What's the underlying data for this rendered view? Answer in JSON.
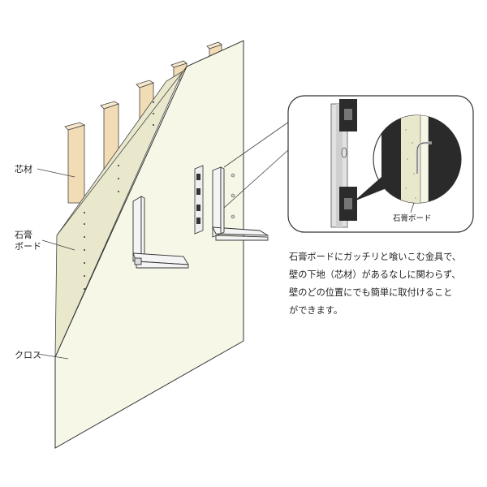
{
  "labels": {
    "core_material": "芯材",
    "gypsum_board_line1": "石膏",
    "gypsum_board_line2": "ボード",
    "cloth": "クロス"
  },
  "detail": {
    "caption": "石膏ボード"
  },
  "description": {
    "lines": [
      "石膏ボードにガッチリと喰いこむ金具で、",
      "壁の下地（芯材）があるなしに関わらず、",
      "壁のどの位置にでも簡単に取付けること",
      "ができます。"
    ]
  },
  "colors": {
    "stud_wood": "#f2dcb5",
    "board_face": "#f7f7e8",
    "gypsum_core": "#e9e8cc",
    "bracket_metal": "#f4f4f4",
    "outline": "#333333"
  }
}
